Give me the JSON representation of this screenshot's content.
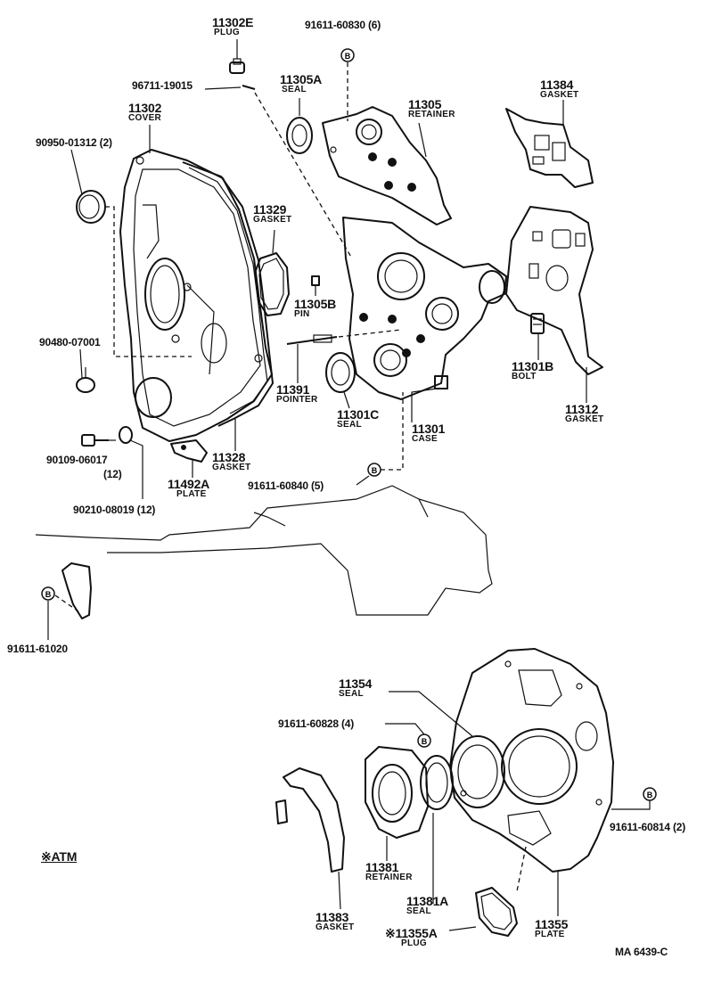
{
  "callouts": [
    {
      "num": "11302E",
      "name": "PLUG"
    },
    {
      "num": "91611-60830 (6)",
      "name": ""
    },
    {
      "num": "96711-19015",
      "name": ""
    },
    {
      "num": "11305A",
      "name": "SEAL"
    },
    {
      "num": "11302",
      "name": "COVER"
    },
    {
      "num": "11305",
      "name": "RETAINER"
    },
    {
      "num": "11384",
      "name": "GASKET"
    },
    {
      "num": "90950-01312 (2)",
      "name": ""
    },
    {
      "num": "11329",
      "name": "GASKET"
    },
    {
      "num": "11305B",
      "name": "PIN"
    },
    {
      "num": "90480-07001",
      "name": ""
    },
    {
      "num": "11391",
      "name": "POINTER"
    },
    {
      "num": "11301C",
      "name": "SEAL"
    },
    {
      "num": "11301B",
      "name": "BOLT"
    },
    {
      "num": "11312",
      "name": "GASKET"
    },
    {
      "num": "11301",
      "name": "CASE"
    },
    {
      "num": "11328",
      "name": "GASKET"
    },
    {
      "num": "90109-06017",
      "name": "(12)"
    },
    {
      "num": "11492A",
      "name": "PLATE"
    },
    {
      "num": "91611-60840 (5)",
      "name": ""
    },
    {
      "num": "90210-08019 (12)",
      "name": ""
    },
    {
      "num": "91611-61020",
      "name": ""
    },
    {
      "num": "11354",
      "name": "SEAL"
    },
    {
      "num": "91611-60828 (4)",
      "name": ""
    },
    {
      "num": "91611-60814 (2)",
      "name": ""
    },
    {
      "num": "11381",
      "name": "RETAINER"
    },
    {
      "num": "11381A",
      "name": "SEAL"
    },
    {
      "num": "11383",
      "name": "GASKET"
    },
    {
      "num": "※11355A",
      "name": "PLUG"
    },
    {
      "num": "11355",
      "name": "PLATE"
    }
  ],
  "legend": {
    "atm": "※ATM"
  },
  "footer": {
    "code": "MA  6439-C"
  },
  "bolt_marker": "B"
}
